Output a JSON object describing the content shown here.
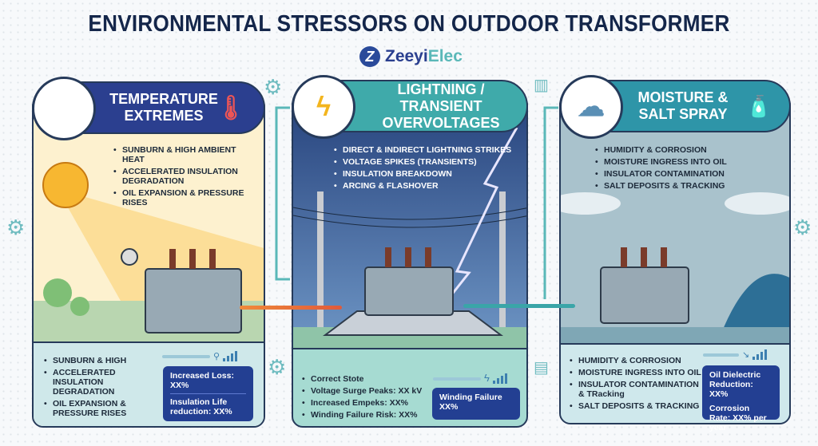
{
  "title": "ENVIRONMENTAL STRESSORS ON OUTDOOR TRANSFORMER",
  "brand": {
    "part1": "Zeeyi",
    "part2": "Elec",
    "logo_letter": "Z"
  },
  "colors": {
    "navy": "#2b3f8f",
    "teal": "#3faaaa",
    "moisture_teal": "#2e95a8",
    "stat_box": "#233f92"
  },
  "panels": [
    {
      "title_line1": "TEMPERATURE",
      "title_line2": "EXTREMES",
      "icon": "sun-thermometer-icon",
      "bullets": [
        "SUNBURN & HIGH AMBIENT HEAT",
        "ACCELERATED INSULATION DEGRADATION",
        "OIL EXPANSION & PRESSURE RISES"
      ],
      "bottom_bullets": [
        "SUNBURN & HIGH",
        "ACCELERATED INSULATION DEGRADATION",
        "OIL EXPANSION & PRESSURE RISES"
      ],
      "stats": [
        "Increased Loss: XX%",
        "Insulation Life reduction: XX%"
      ]
    },
    {
      "title_line1": "LIGHTNING / TRANSIENT",
      "title_line2": "OVERVOLTAGES",
      "icon": "lightning-pole-icon",
      "bullets": [
        "DIRECT & INDIRECT LIGHTNING STRIKES",
        "VOLTAGE SPIKES (TRANSIENTS)",
        "INSULATION BREAKDOWN",
        "ARCING & FLASHOVER"
      ],
      "bottom_bullets": [
        "Correct Stote",
        "Voltage Surge Peaks: XX kV",
        "Increased Empeks: XX%",
        "Winding Failure Risk: XX%"
      ],
      "stats": [
        "Winding Failure XX%"
      ]
    },
    {
      "title_line1": "MOISTURE &",
      "title_line2": "SALT SPRAY",
      "icon": "rain-cloud-icon",
      "bullets": [
        "HUMIDITY & CORROSION",
        "MOISTURE INGRESS INTO OIL",
        "INSULATOR CONTAMINATION",
        "SALT DEPOSITS & TRACKING"
      ],
      "bottom_bullets": [
        "HUMIDITY & CORROSION",
        "MOISTURE INGRESS INTO OIL",
        "INSULATOR CONTAMINATION & TRacking",
        "SALT DEPOSITS & TRACKING"
      ],
      "stats": [
        "Oil Dielectric Reduction: XX%",
        "Corrosion Rate: XX% per year"
      ]
    }
  ]
}
